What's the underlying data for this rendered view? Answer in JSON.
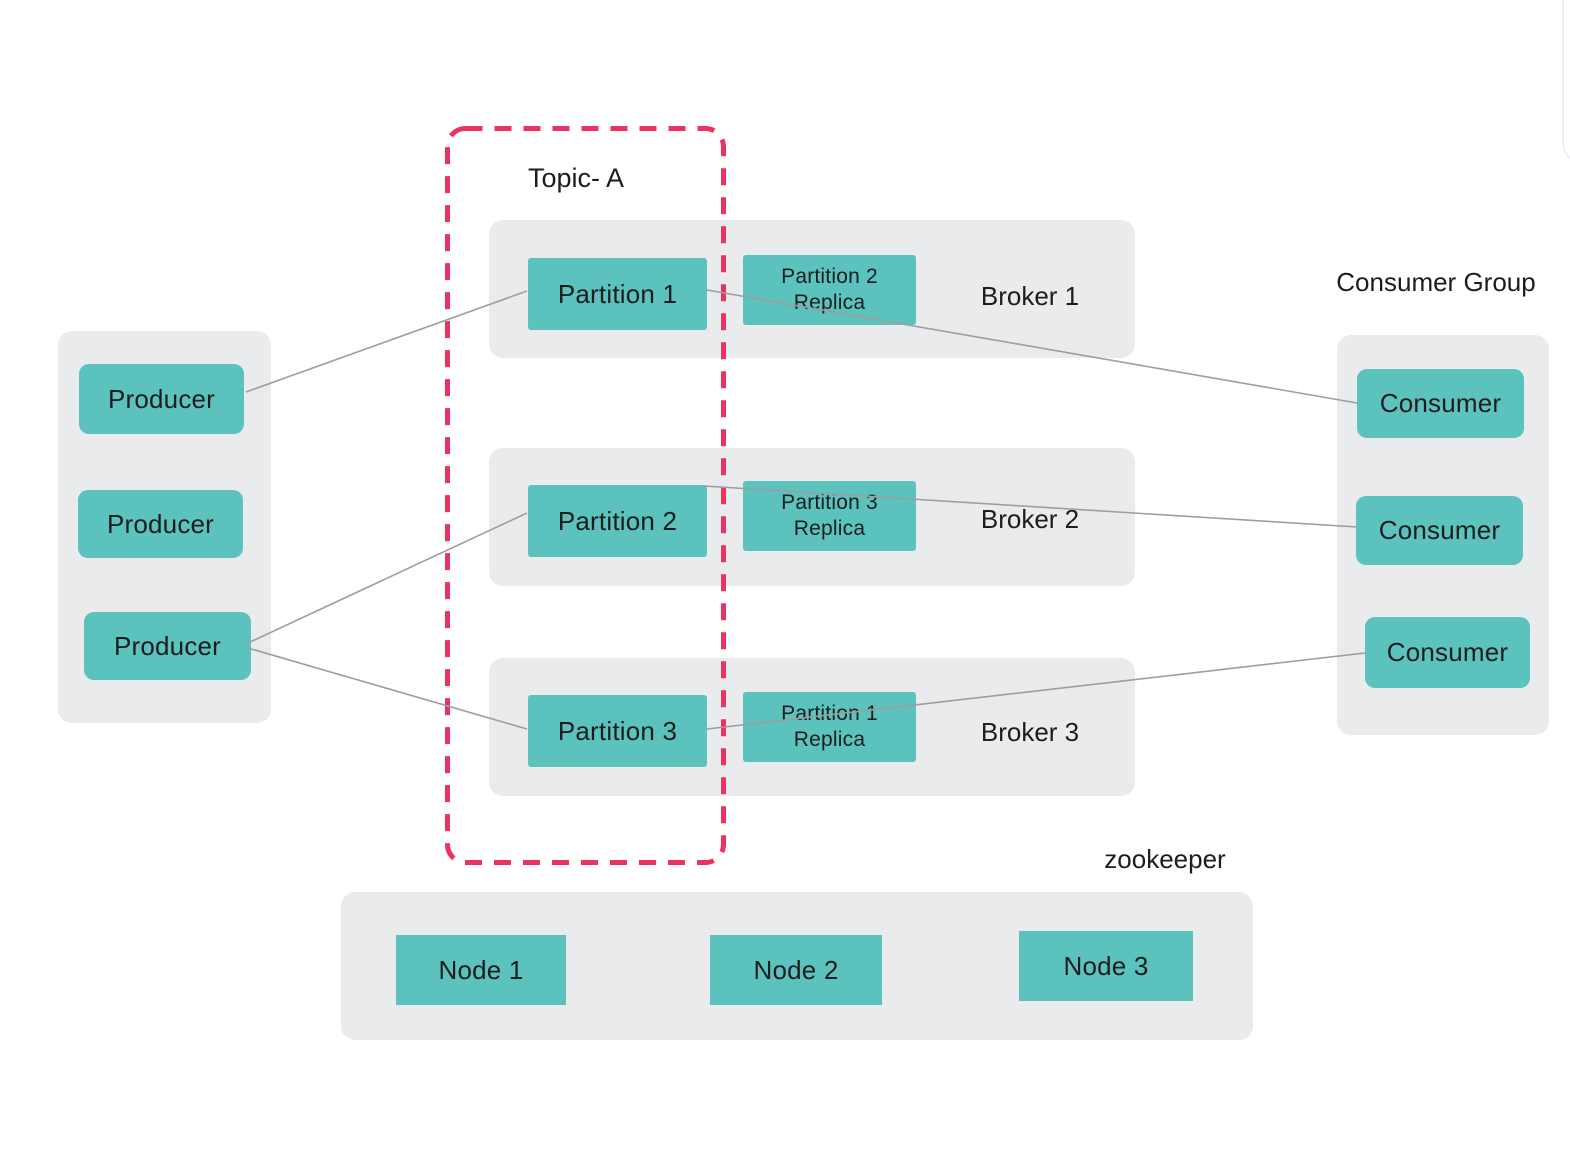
{
  "diagram": {
    "title_labels": {
      "topic": "Topic- A",
      "consumer_group": "Consumer Group",
      "zookeeper": "zookeeper"
    },
    "producers": [
      {
        "label": "Producer"
      },
      {
        "label": "Producer"
      },
      {
        "label": "Producer"
      }
    ],
    "brokers": [
      {
        "label": "Broker 1",
        "partition": "Partition 1",
        "replica_line1": "Partition 2",
        "replica_line2": "Replica"
      },
      {
        "label": "Broker 2",
        "partition": "Partition 2",
        "replica_line1": "Partition 3",
        "replica_line2": "Replica"
      },
      {
        "label": "Broker 3",
        "partition": "Partition 3",
        "replica_line1": "Partition 1",
        "replica_line2": "Replica"
      }
    ],
    "consumers": [
      {
        "label": "Consumer"
      },
      {
        "label": "Consumer"
      },
      {
        "label": "Consumer"
      }
    ],
    "zookeeper_nodes": [
      {
        "label": "Node 1"
      },
      {
        "label": "Node 2"
      },
      {
        "label": "Node 3"
      }
    ],
    "connections": [
      {
        "from": "producer-1",
        "to": "partition-1"
      },
      {
        "from": "partition-1",
        "to": "consumer-1"
      },
      {
        "from": "producer-3",
        "to": "partition-2"
      },
      {
        "from": "partition-2",
        "to": "consumer-2"
      },
      {
        "from": "producer-3",
        "to": "partition-3"
      },
      {
        "from": "partition-3",
        "to": "consumer-3"
      }
    ],
    "colors": {
      "node_fill": "#5bc2bd",
      "container_fill": "#e9ebed",
      "text": "#1d1d1f",
      "connector_line": "#9e9e9e",
      "topic_dashed_border": "#ea3360",
      "scroll_fragment_border": "#e9effa",
      "background": "#ffffff"
    }
  }
}
